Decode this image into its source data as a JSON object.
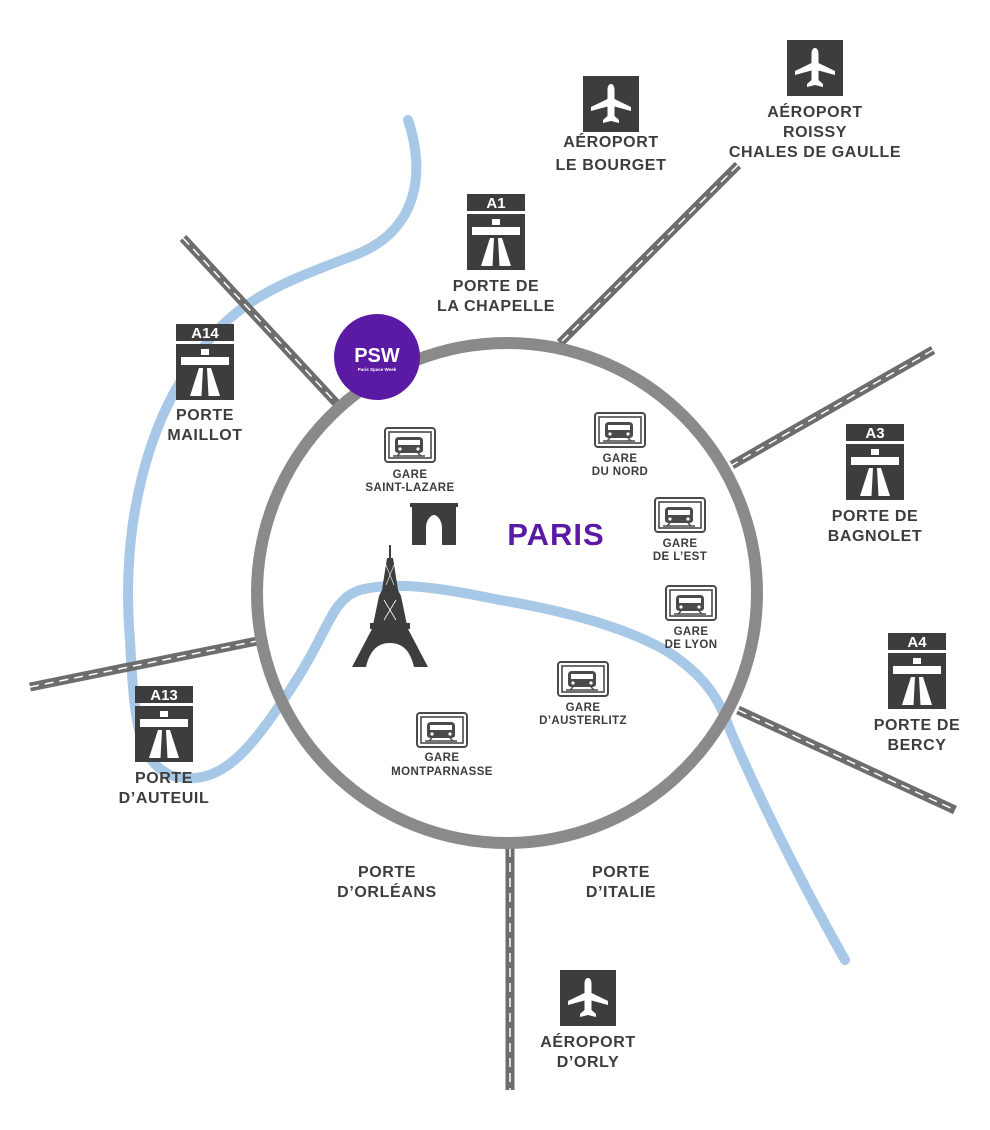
{
  "city": {
    "name": "PARIS"
  },
  "logo": {
    "initials": "PSW",
    "name": "Paris Space Week",
    "color": "#5a1aa3"
  },
  "colors": {
    "ring": "#8a8a8a",
    "river": "#a8c8e8",
    "road": "#6d6d6d",
    "sign": "#3d3d3d",
    "accent": "#5a1aa3"
  },
  "airports": [
    {
      "lines": [
        "AÉROPORT",
        "LE BOURGET"
      ],
      "icon": "airplane-icon"
    },
    {
      "lines": [
        "AÉROPORT",
        "ROISSY",
        "CHALES DE GAULLE"
      ],
      "icon": "airplane-icon"
    },
    {
      "lines": [
        "AÉROPORT",
        "D’ORLY"
      ],
      "icon": "airplane-icon"
    }
  ],
  "highways": [
    {
      "code": "A1",
      "lines": [
        "PORTE DE",
        "LA CHAPELLE"
      ]
    },
    {
      "code": "A14",
      "lines": [
        "PORTE",
        "MAILLOT"
      ]
    },
    {
      "code": "A3",
      "lines": [
        "PORTE DE",
        "BAGNOLET"
      ]
    },
    {
      "code": "A4",
      "lines": [
        "PORTE DE",
        "BERCY"
      ]
    },
    {
      "code": "A13",
      "lines": [
        "PORTE",
        "D’AUTEUIL"
      ]
    }
  ],
  "portes": [
    {
      "lines": [
        "PORTE",
        "D’ORLÉANS"
      ]
    },
    {
      "lines": [
        "PORTE",
        "D’ITALIE"
      ]
    }
  ],
  "stations": [
    {
      "lines": [
        "GARE",
        "SAINT-LAZARE"
      ]
    },
    {
      "lines": [
        "GARE",
        "DU NORD"
      ]
    },
    {
      "lines": [
        "GARE",
        "DE L’EST"
      ]
    },
    {
      "lines": [
        "GARE",
        "DE LYON"
      ]
    },
    {
      "lines": [
        "GARE",
        "D’AUSTERLITZ"
      ]
    },
    {
      "lines": [
        "GARE",
        "MONTPARNASSE"
      ]
    }
  ],
  "landmarks": [
    {
      "icon": "arc-de-triomphe-icon"
    },
    {
      "icon": "eiffel-tower-icon"
    }
  ]
}
